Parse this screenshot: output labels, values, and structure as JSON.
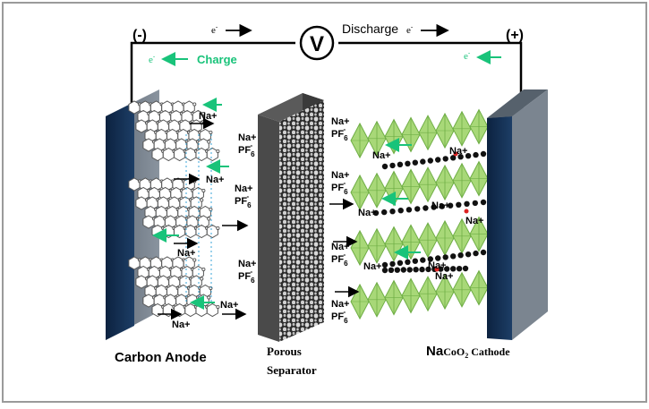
{
  "circuit": {
    "minus_sign": "(-)",
    "plus_sign": "(+)",
    "voltmeter_symbol": "V",
    "discharge_label": "Discharge",
    "charge_label": "Charge",
    "electron_symbol": "e",
    "electron_charge": "-"
  },
  "anode": {
    "label": "Carbon Anode",
    "na_labels": [
      "Na+",
      "Na+",
      "Na+",
      "Na+"
    ]
  },
  "electrolyte": {
    "na_label": "Na+",
    "pf_base": "PF",
    "pf_sub": "6",
    "pf_sup": "-"
  },
  "separator": {
    "label_line1": "Porous",
    "label_line2": "Separator"
  },
  "cathode": {
    "label_prefix": "Na",
    "label_formula": "CoO",
    "label_sub": "2",
    "label_suffix": " Cathode",
    "na_labels": [
      "Na+",
      "Na+",
      "Na+",
      "Na+",
      "Na+",
      "Na+",
      "Na+",
      "Na+"
    ]
  },
  "colors": {
    "arrow_charge": "#19c37a",
    "arrow_discharge": "#000000",
    "electrode": "#0f2a4a",
    "electrode_side": "#6f7a86",
    "cathode_green": "#a8d878",
    "cathode_green_dark": "#6fae45"
  }
}
